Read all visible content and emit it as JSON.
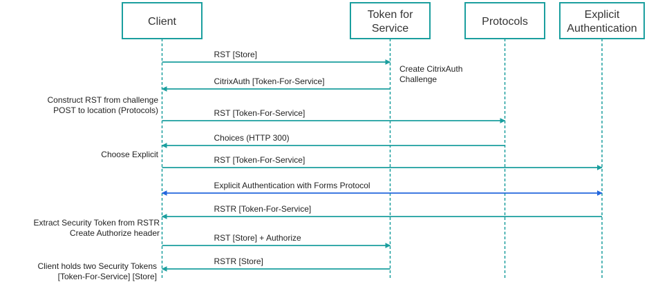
{
  "colors": {
    "participant_border": "#1a9e9e",
    "lifeline": "#1a9e9e",
    "arrow": "#1a9e9e",
    "highlight_arrow": "#2266dd",
    "text": "#222222"
  },
  "participants": [
    {
      "id": "client",
      "lines": [
        "Client"
      ]
    },
    {
      "id": "token-for-service",
      "lines": [
        "Token for",
        "Service"
      ]
    },
    {
      "id": "protocols",
      "lines": [
        "Protocols"
      ]
    },
    {
      "id": "explicit-authentication",
      "lines": [
        "Explicit",
        "Authentication"
      ]
    }
  ],
  "messages": [
    {
      "from": "client",
      "to": "token-for-service",
      "label": "RST [Store]",
      "style": "normal"
    },
    {
      "from": "token-for-service",
      "to": "client",
      "label": "CitrixAuth [Token-For-Service]",
      "style": "normal"
    },
    {
      "from": "client",
      "to": "protocols",
      "label": "RST [Token-For-Service]",
      "style": "normal"
    },
    {
      "from": "protocols",
      "to": "client",
      "label": "Choices (HTTP 300)",
      "style": "normal"
    },
    {
      "from": "client",
      "to": "explicit-authentication",
      "label": "RST [Token-For-Service]",
      "style": "normal"
    },
    {
      "from": "client",
      "to": "explicit-authentication",
      "label": "Explicit Authentication with Forms Protocol",
      "style": "bidirectional"
    },
    {
      "from": "explicit-authentication",
      "to": "client",
      "label": "RSTR [Token-For-Service]",
      "style": "normal"
    },
    {
      "from": "client",
      "to": "token-for-service",
      "label": "RST [Store] + Authorize",
      "style": "normal"
    },
    {
      "from": "token-for-service",
      "to": "client",
      "label": "RSTR [Store]",
      "style": "normal"
    }
  ],
  "notes": [
    {
      "near": "token-for-service",
      "side": "right",
      "lines": [
        "Create CitrixAuth",
        "Challenge"
      ]
    },
    {
      "near": "client",
      "side": "left",
      "lines": [
        "Construct RST from challenge",
        "POST to location (Protocols)"
      ]
    },
    {
      "near": "client",
      "side": "left",
      "lines": [
        "Choose Explicit"
      ]
    },
    {
      "near": "client",
      "side": "left",
      "lines": [
        "Extract Security Token from RSTR",
        "Create Authorize header"
      ]
    },
    {
      "near": "client",
      "side": "left",
      "lines": [
        "Client holds two Security Tokens",
        "[Token-For-Service]  [Store]"
      ]
    }
  ]
}
